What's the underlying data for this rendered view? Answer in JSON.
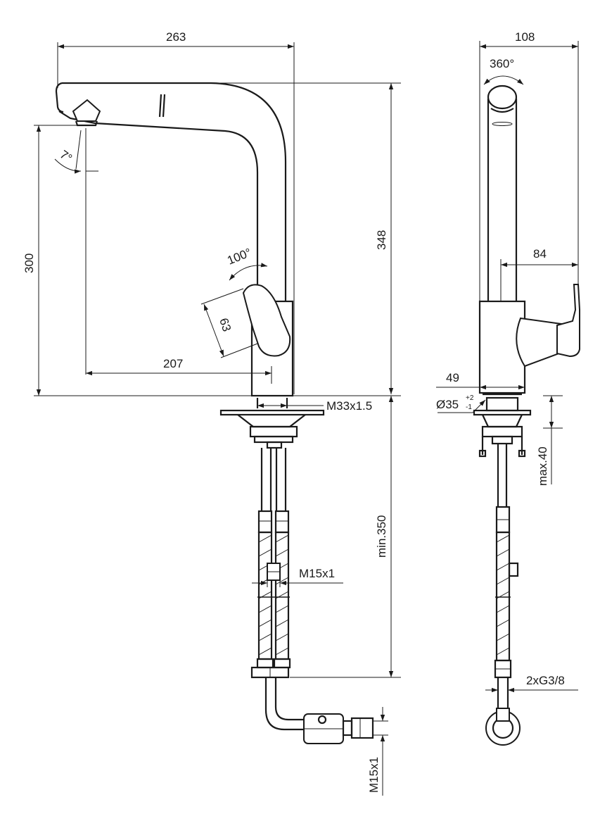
{
  "dimensions": {
    "width_total": "263",
    "height_overall": "348",
    "spout_height": "300",
    "spout_angle": "7°",
    "lever_angle": "100°",
    "lever_length": "63",
    "spout_reach": "207",
    "base_thread": "M33x1.5",
    "min_length": "min.350",
    "hose_thread": "M15x1",
    "hose_thread_bottom": "M15x1",
    "side_width": "108",
    "rotation": "360°",
    "side_depth": "84",
    "body_diameter": "49",
    "hole_diameter": "Ø35",
    "hole_tol_plus": "+2",
    "hole_tol_minus": "-1",
    "max_thickness": "max.40",
    "connection": "2xG3/8"
  },
  "colors": {
    "line": "#1a1a1a",
    "background": "#ffffff"
  }
}
